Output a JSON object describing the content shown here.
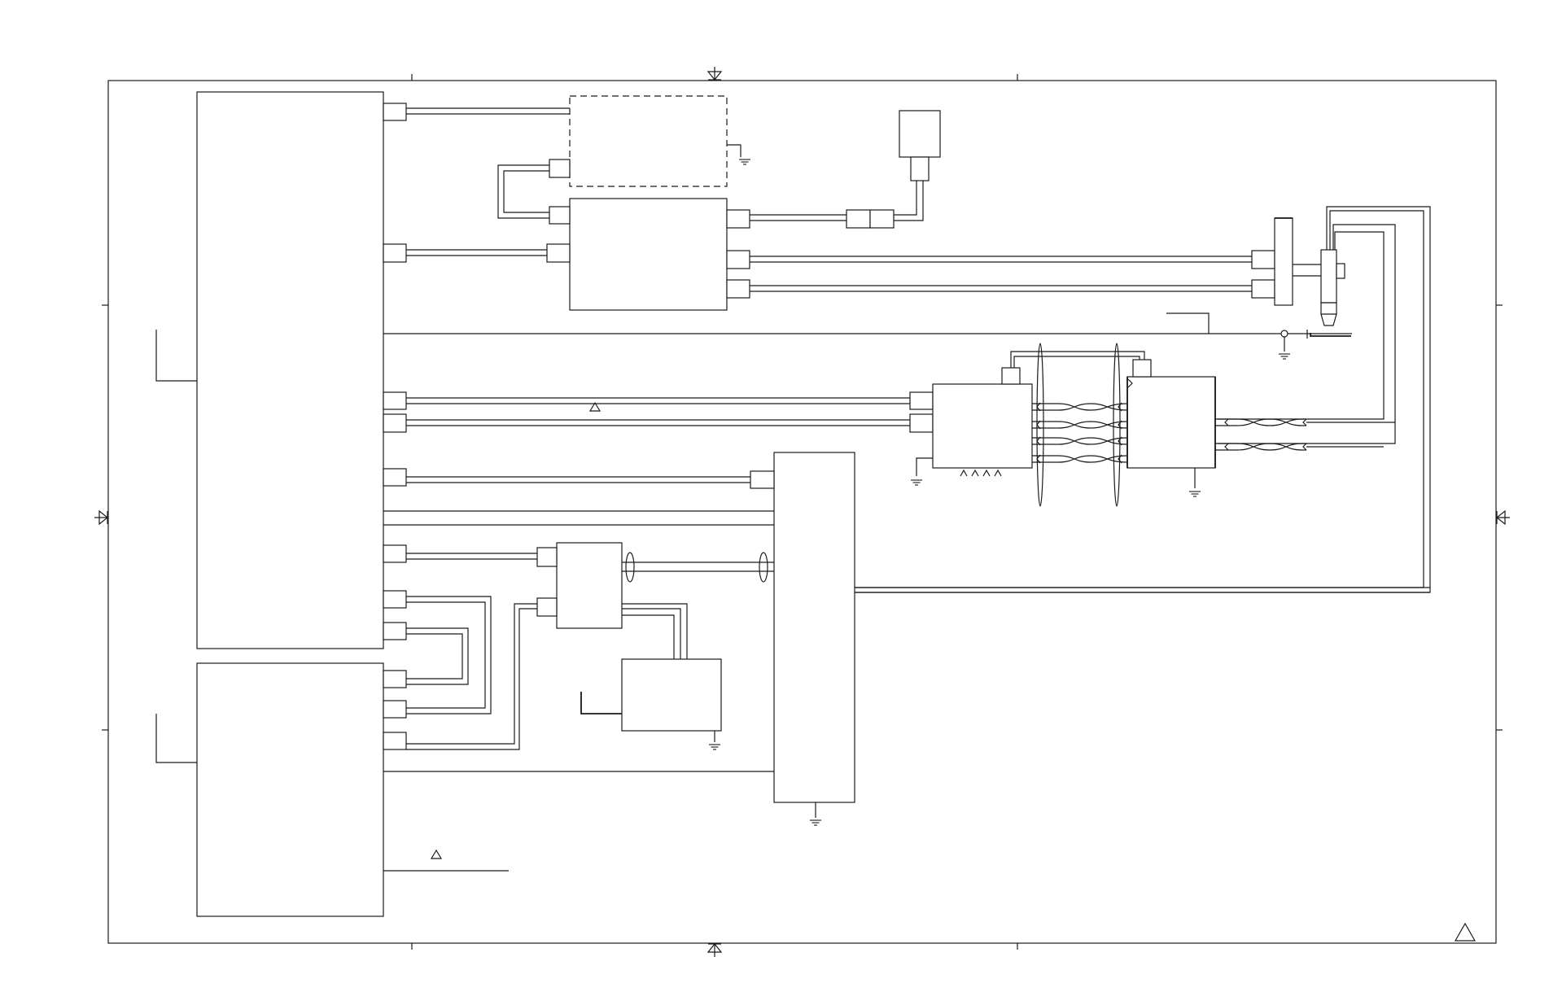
{
  "diagram": {
    "line_color": "#1a1a1a",
    "background": "#ffffff",
    "icons": [
      "ground-symbol",
      "revision-triangle",
      "center-mark",
      "twisted-pair",
      "cable-bundle-ellipse"
    ]
  }
}
